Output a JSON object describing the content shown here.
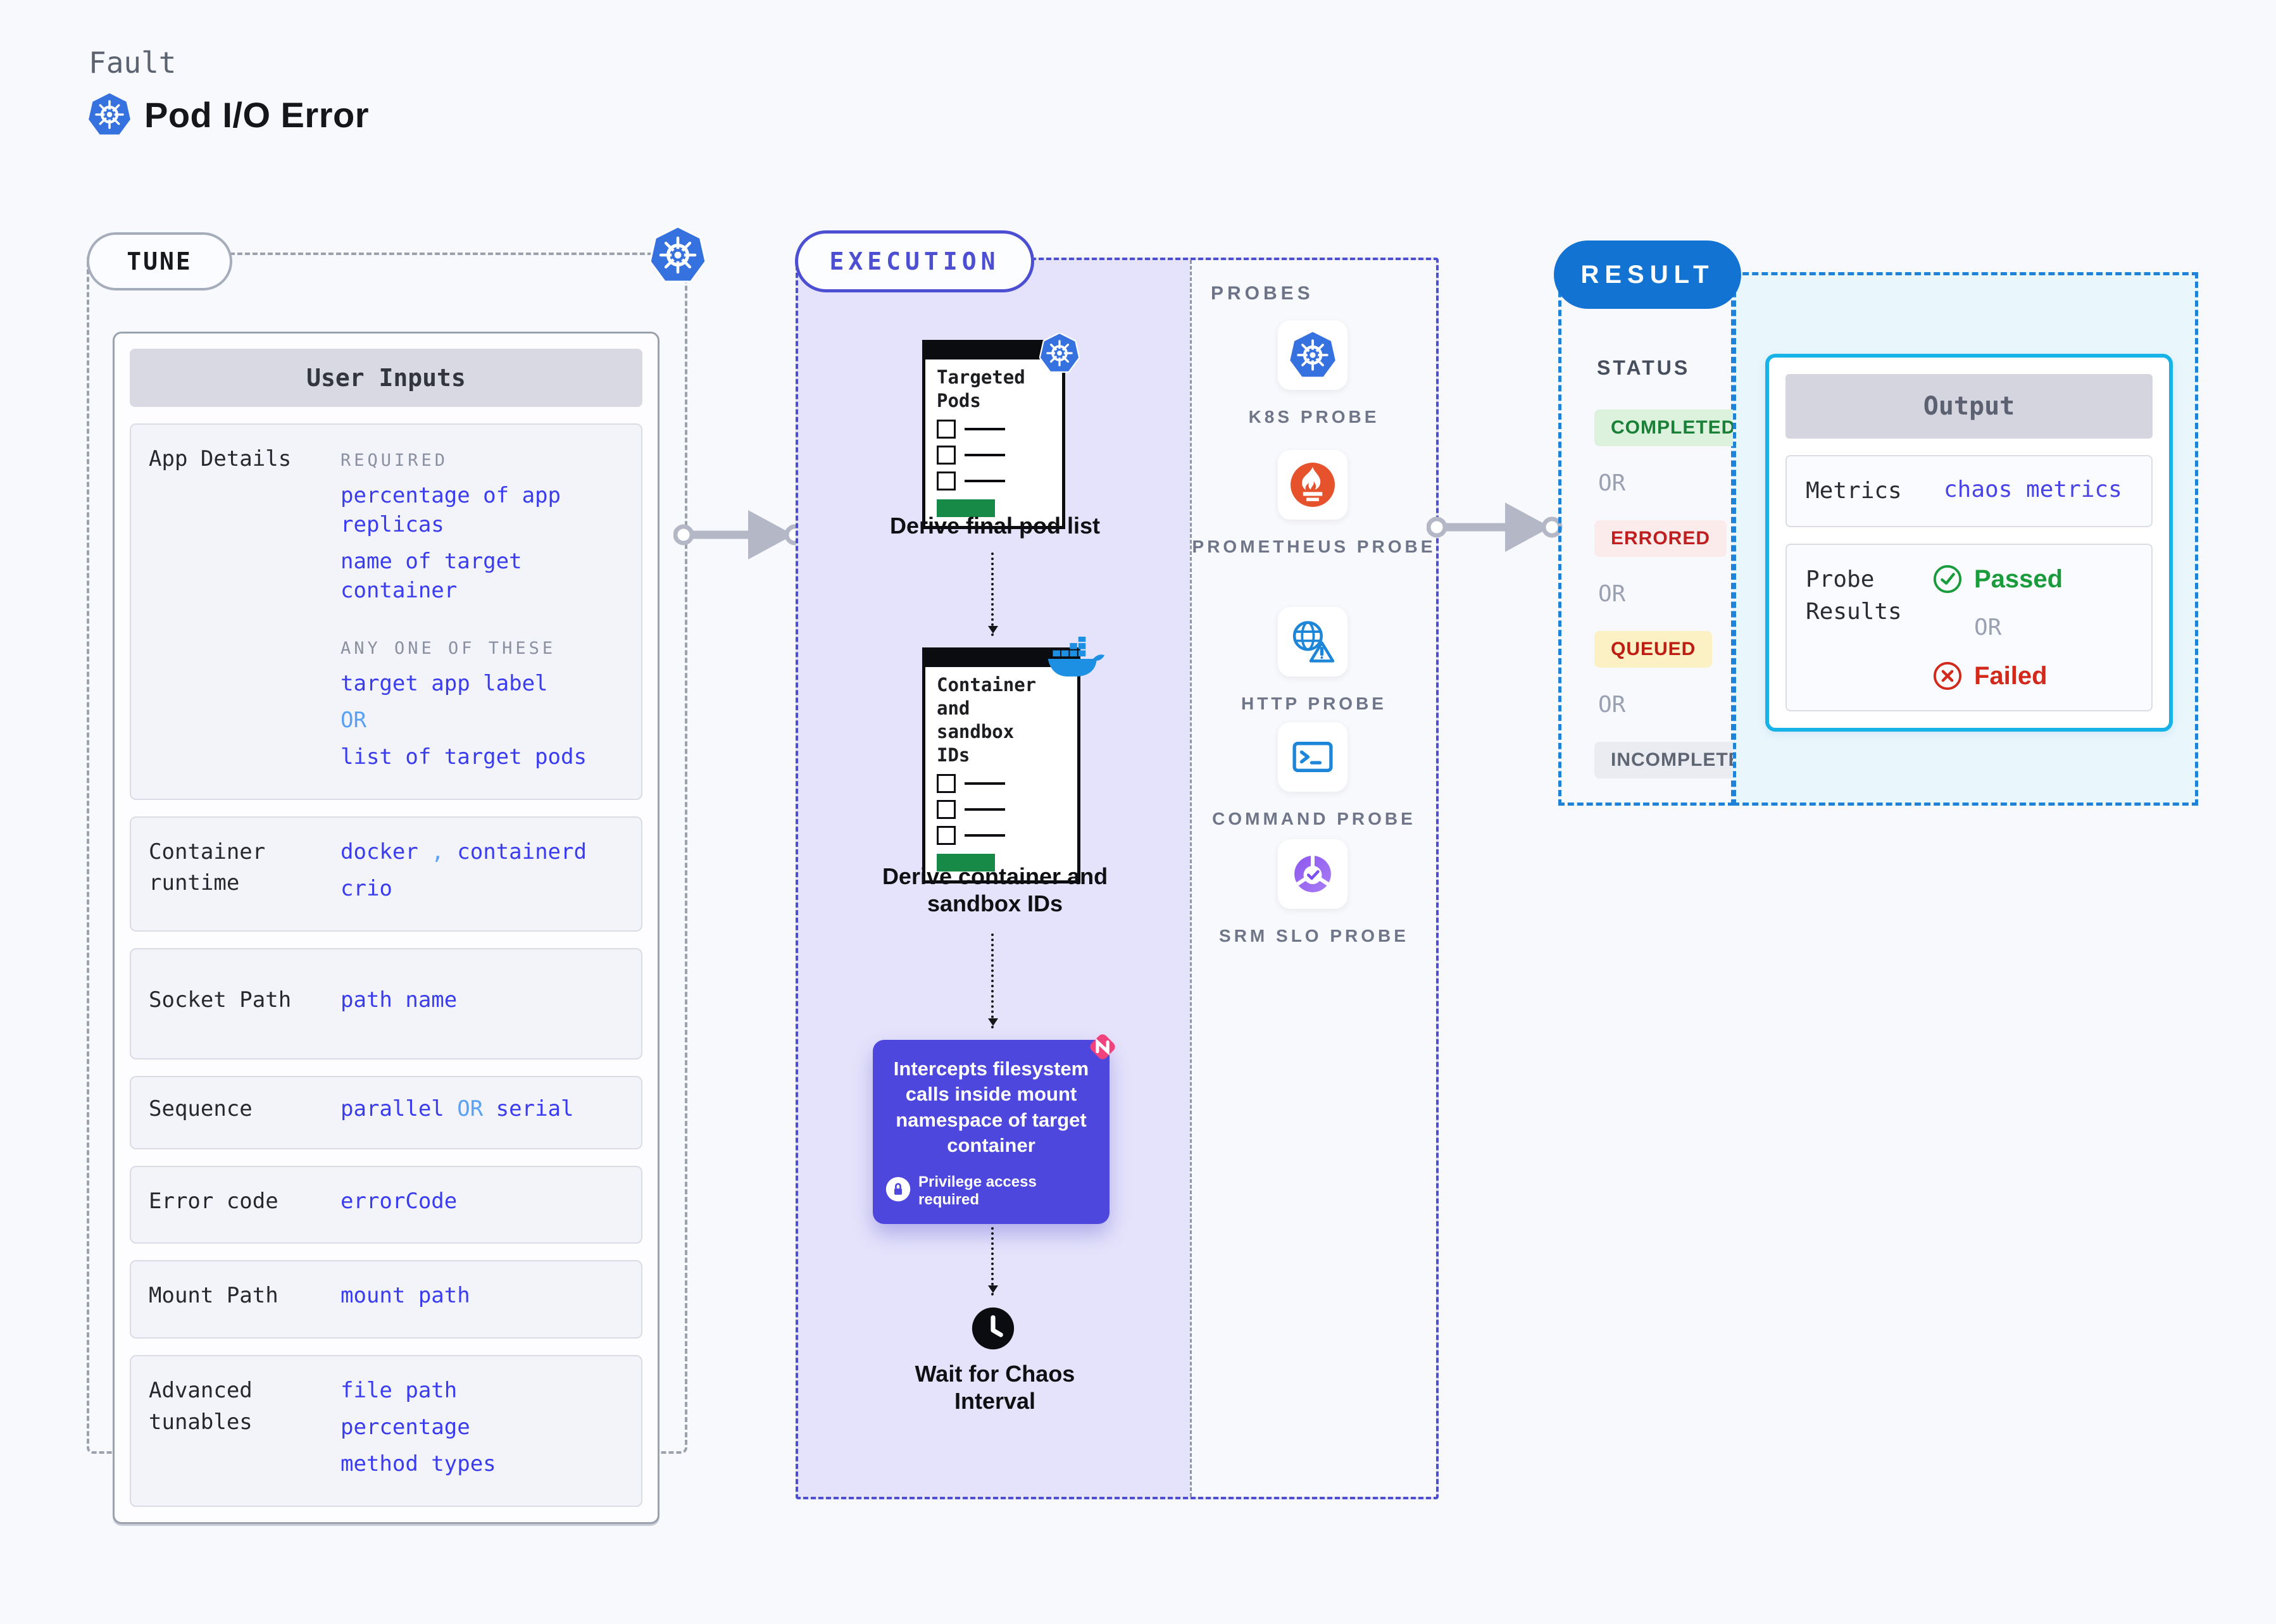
{
  "header": {
    "eyebrow": "Fault",
    "title": "Pod I/O Error"
  },
  "tune": {
    "badge": "TUNE",
    "card_header": "User Inputs",
    "rows": [
      {
        "label": "App Details",
        "lines": [
          {
            "segs": [
              {
                "s": "caps",
                "t": "REQUIRED"
              }
            ]
          },
          {
            "segs": [
              {
                "s": "val",
                "t": "percentage of app replicas"
              }
            ]
          },
          {
            "segs": [
              {
                "s": "val",
                "t": "name of target container"
              }
            ]
          },
          {
            "gap": true,
            "segs": [
              {
                "s": "caps",
                "t": "ANY ONE OF THESE"
              }
            ]
          },
          {
            "segs": [
              {
                "s": "val",
                "t": "target app label"
              }
            ]
          },
          {
            "segs": [
              {
                "s": "sep",
                "t": "OR"
              }
            ]
          },
          {
            "segs": [
              {
                "s": "val",
                "t": "list of target pods"
              }
            ]
          }
        ]
      },
      {
        "label": "Container runtime",
        "lines": [
          {
            "segs": [
              {
                "s": "val",
                "t": "docker"
              },
              {
                "s": "sep",
                "t": " , "
              },
              {
                "s": "val",
                "t": "containerd"
              }
            ]
          },
          {
            "segs": [
              {
                "s": "val",
                "t": "crio"
              }
            ]
          }
        ]
      },
      {
        "label": "Socket Path",
        "lines": [
          {
            "segs": [
              {
                "s": "val",
                "t": "path name"
              }
            ]
          }
        ]
      },
      {
        "label": "Sequence",
        "lines": [
          {
            "segs": [
              {
                "s": "val",
                "t": "parallel"
              },
              {
                "s": "sep",
                "t": " OR "
              },
              {
                "s": "val",
                "t": "serial"
              }
            ]
          }
        ]
      },
      {
        "label": "Error code",
        "lines": [
          {
            "segs": [
              {
                "s": "val",
                "t": "errorCode"
              }
            ]
          }
        ]
      },
      {
        "label": "Mount Path",
        "lines": [
          {
            "segs": [
              {
                "s": "val",
                "t": "mount path"
              }
            ]
          }
        ]
      },
      {
        "label": "Advanced tunables",
        "lines": [
          {
            "segs": [
              {
                "s": "val",
                "t": "file path"
              }
            ]
          },
          {
            "segs": [
              {
                "s": "val",
                "t": "percentage"
              }
            ]
          },
          {
            "segs": [
              {
                "s": "val",
                "t": "method types"
              }
            ]
          }
        ]
      }
    ]
  },
  "execution": {
    "badge": "EXECUTION",
    "nodes": [
      {
        "type": "doc",
        "icon": "kubernetes-icon",
        "title": "Targeted Pods",
        "caption": "Derive final pod list"
      },
      {
        "type": "doc",
        "icon": "docker-icon",
        "title": "Container and sandbox IDs",
        "caption": "Derive container and sandbox IDs"
      },
      {
        "type": "callout",
        "icon": "chaos-pink-icon",
        "text": "Intercepts filesystem calls inside mount namespace of target container",
        "note": "Privilege access required"
      },
      {
        "type": "wait",
        "icon": "clock-icon",
        "caption": "Wait for Chaos Interval"
      }
    ],
    "probes": {
      "header": "PROBES",
      "items": [
        {
          "icon": "kubernetes-icon",
          "label": "K8S PROBE"
        },
        {
          "icon": "prometheus-icon",
          "label": "PROMETHEUS PROBE"
        },
        {
          "icon": "http-icon",
          "label": "HTTP PROBE"
        },
        {
          "icon": "command-icon",
          "label": "COMMAND PROBE"
        },
        {
          "icon": "srm-icon",
          "label": "SRM SLO PROBE"
        }
      ]
    }
  },
  "result": {
    "badge": "RESULT",
    "status": {
      "header": "STATUS",
      "separator": "OR",
      "badges": [
        {
          "label": "COMPLETED",
          "fg": "#1a7f37",
          "bg": "#dcf2dd"
        },
        {
          "label": "ERRORED",
          "fg": "#c01f1f",
          "bg": "#fcebeb"
        },
        {
          "label": "QUEUED",
          "fg": "#bf1d12",
          "bg": "#fcf0c5"
        },
        {
          "label": "INCOMPLETED",
          "fg": "#5f6673",
          "bg": "#ebecf2"
        }
      ]
    },
    "output": {
      "header": "Output",
      "metrics_label": "Metrics",
      "metrics_value": "chaos metrics",
      "probe_label": "Probe Results",
      "passed": "Passed",
      "separator": "OR",
      "failed": "Failed"
    }
  },
  "colors": {
    "accent_indigo": "#4d4fd2",
    "value_blue": "#3a3cf0",
    "or_blue": "#57a1f6",
    "result_blue": "#1273d2",
    "output_border": "#17b2e8",
    "passed_green": "#1a9c3c",
    "failed_red": "#d3291b",
    "callout_purple": "#4d47de",
    "k8s_blue": "#3671e0",
    "prometheus_orange": "#e6522c"
  }
}
